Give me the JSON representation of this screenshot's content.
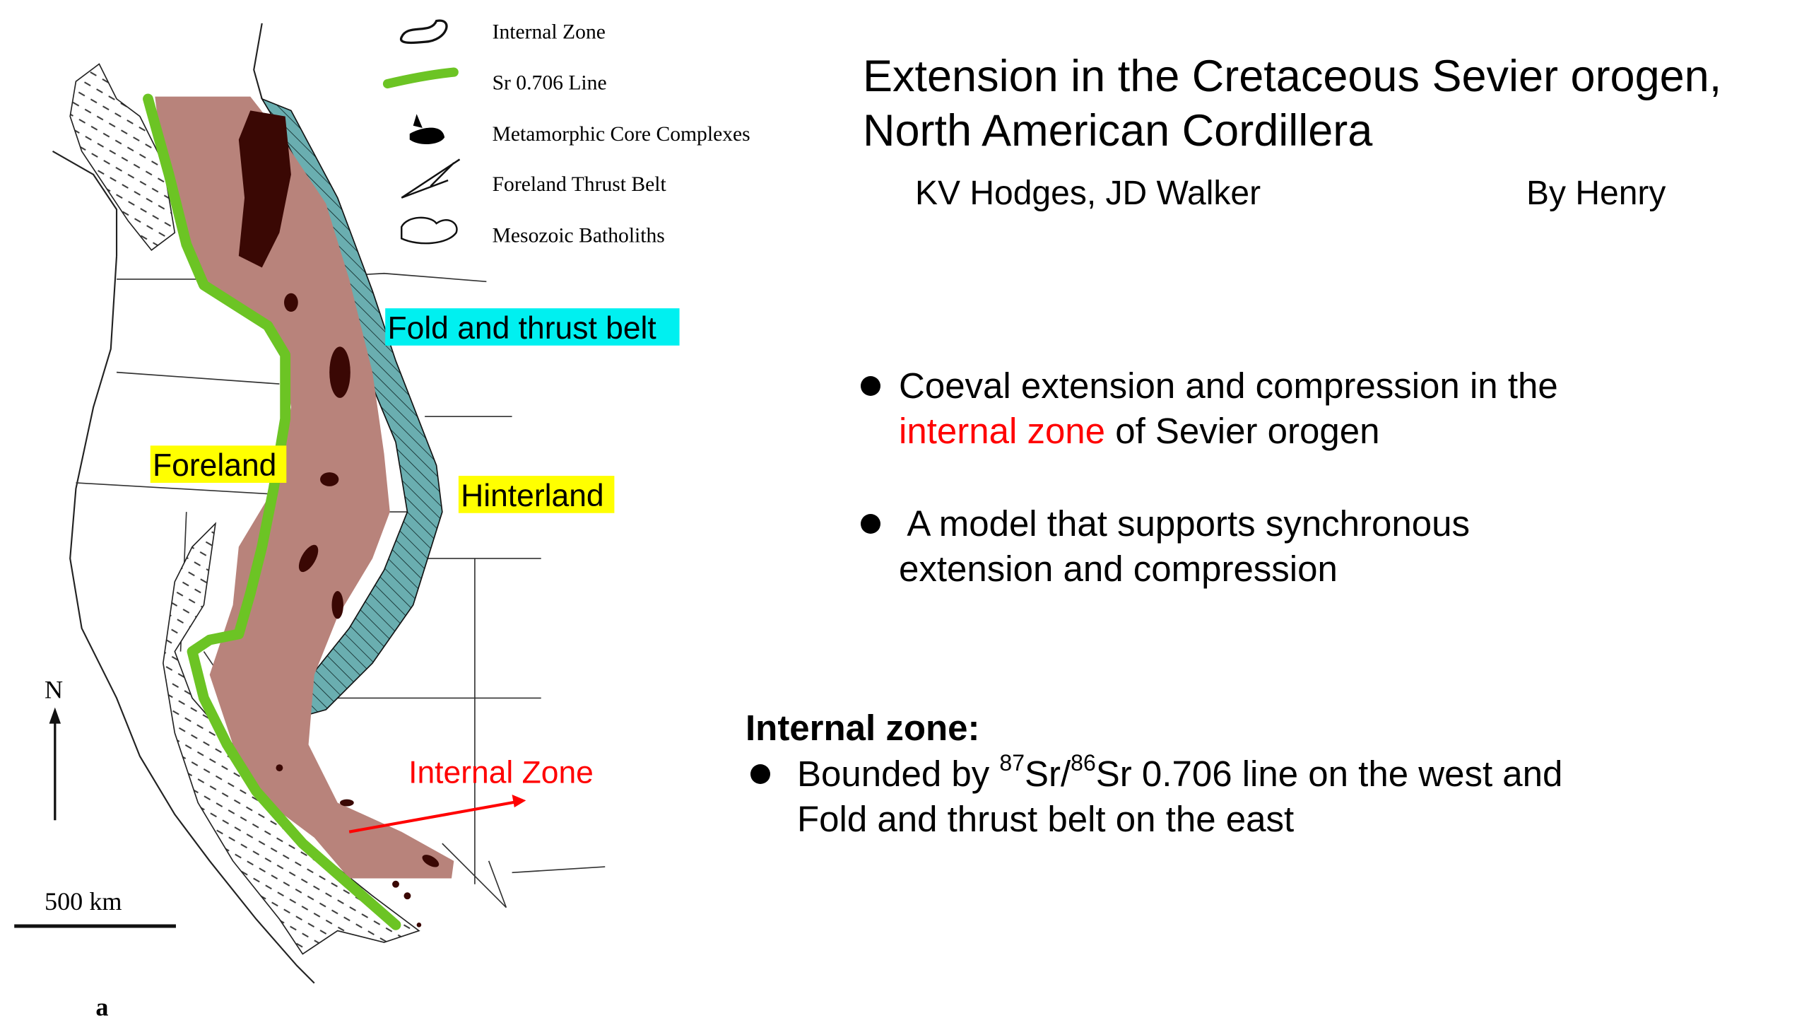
{
  "slide": {
    "title_line1": "Extension in the Cretaceous Sevier orogen,",
    "title_line2": "North American Cordillera",
    "authors": "KV Hodges, JD Walker",
    "byline": "By Henry",
    "bullets": [
      {
        "line1": "Coeval extension and compression in the",
        "line2_highlight": "internal zone",
        "line2_rest": " of Sevier orogen"
      },
      {
        "line1": " A model that supports synchronous",
        "line2": "extension and compression"
      }
    ],
    "internal_zone_heading": "Internal zone:",
    "internal_zone_bullet": {
      "prefix": "Bounded by ",
      "sup1": "87",
      "mid1": "Sr/",
      "sup2": "86",
      "mid2": "Sr 0.706 line on the west and",
      "line2": "Fold and thrust belt on the east"
    }
  },
  "map": {
    "legend": [
      {
        "icon": "internal-zone-outline-icon",
        "label": "Internal Zone"
      },
      {
        "icon": "sr-line-icon",
        "label": "Sr 0.706 Line"
      },
      {
        "icon": "metamorphic-core-icon",
        "label": "Metamorphic Core Complexes"
      },
      {
        "icon": "thrust-belt-icon",
        "label": "Foreland Thrust Belt"
      },
      {
        "icon": "batholith-icon",
        "label": "Mesozoic Batholiths"
      }
    ],
    "labels": {
      "fold_thrust": "Fold and thrust belt",
      "foreland": "Foreland",
      "hinterland": "Hinterland",
      "internal_zone": "Internal Zone"
    },
    "north": "N",
    "scale": "500 km",
    "panel": "a",
    "colors": {
      "internal_zone": "#b8837b",
      "sr_line": "#6cc424",
      "thrust_belt": "#6aaeb0",
      "core": "#3a0804",
      "fold_label_bg": "#00f0f0",
      "label_bg": "#ffff00",
      "highlight": "#ff0000"
    }
  }
}
